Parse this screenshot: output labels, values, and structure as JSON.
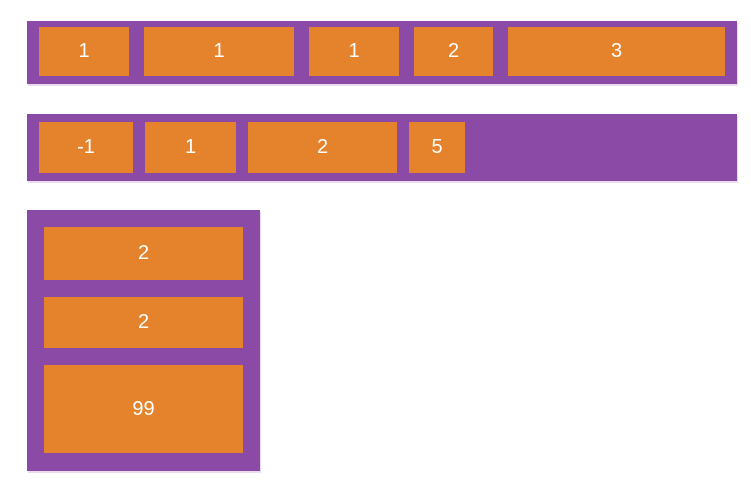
{
  "diagram": {
    "kind": "flexbox-illustration",
    "colors": {
      "container_purple": "#8b4aa5",
      "item_orange": "#e5832d",
      "label_text": "#ffffff",
      "page_background": "#ffffff"
    }
  },
  "containers": [
    {
      "id": "top-row",
      "orientation": "horizontal",
      "items": [
        {
          "label": "1"
        },
        {
          "label": "1"
        },
        {
          "label": "1"
        },
        {
          "label": "2"
        },
        {
          "label": "3"
        }
      ]
    },
    {
      "id": "middle-row",
      "orientation": "horizontal",
      "items": [
        {
          "label": "-1"
        },
        {
          "label": "1"
        },
        {
          "label": "2"
        },
        {
          "label": "5"
        }
      ]
    },
    {
      "id": "bottom-column",
      "orientation": "vertical",
      "items": [
        {
          "label": "2"
        },
        {
          "label": "2"
        },
        {
          "label": "99"
        }
      ]
    }
  ]
}
